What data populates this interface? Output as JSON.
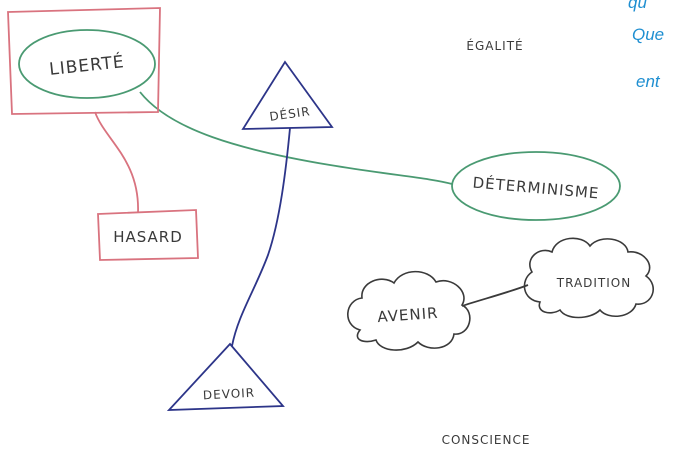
{
  "concepts": {
    "liberte": "LIBERTÉ",
    "egalite": "ÉGALITÉ",
    "desir": "DÉSIR",
    "determinisme": "DÉTERMINISME",
    "hasard": "HASARD",
    "avenir": "AVENIR",
    "tradition": "TRADITION",
    "devoir": "DEVOIR",
    "conscience": "CONSCIENCE"
  },
  "side_text": {
    "line1": "qu",
    "line2": "Que",
    "line3": "ent"
  },
  "colors": {
    "red": "#d9737f",
    "green": "#4a9a72",
    "blue": "#2d3589",
    "ink": "#3a3a3a",
    "accent": "#1f8fd1"
  }
}
